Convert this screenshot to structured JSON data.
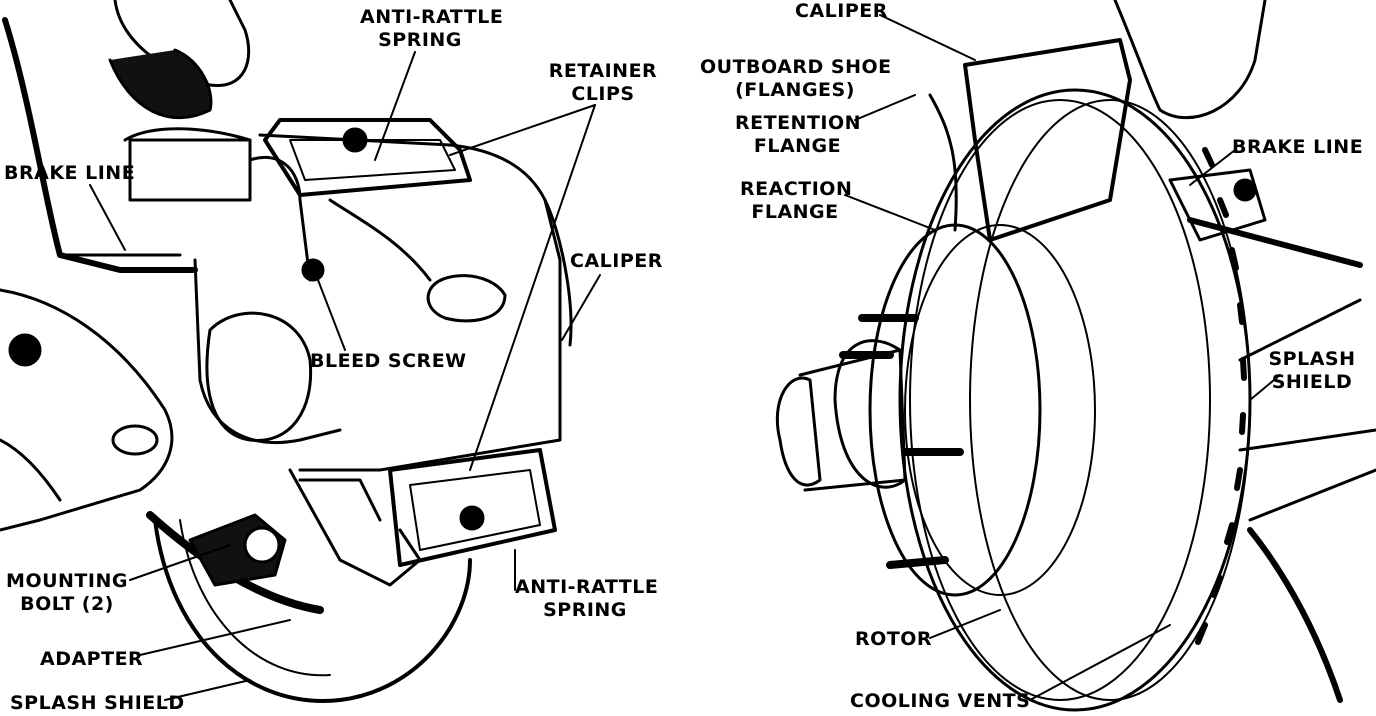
{
  "colors": {
    "ink": "#000000",
    "paper": "#ffffff"
  },
  "left_view": {
    "labels": {
      "anti_rattle_spring_top": [
        "ANTI-RATTLE",
        "SPRING"
      ],
      "retainer_clips": [
        "RETAINER",
        "CLIPS"
      ],
      "brake_line": [
        "BRAKE LINE"
      ],
      "caliper": [
        "CALIPER"
      ],
      "bleed_screw": [
        "BLEED SCREW"
      ],
      "mounting_bolt": [
        "MOUNTING",
        "BOLT (2)"
      ],
      "adapter": [
        "ADAPTER"
      ],
      "splash_shield": [
        "SPLASH SHIELD"
      ],
      "anti_rattle_spring_bottom": [
        "ANTI-RATTLE",
        "SPRING"
      ]
    }
  },
  "right_view": {
    "labels": {
      "caliper": [
        "CALIPER"
      ],
      "outboard_shoe": [
        "OUTBOARD SHOE",
        "(FLANGES)"
      ],
      "retention_flange": [
        "RETENTION",
        "FLANGE"
      ],
      "reaction_flange": [
        "REACTION",
        "FLANGE"
      ],
      "brake_line": [
        "BRAKE LINE"
      ],
      "splash_shield": [
        "SPLASH",
        "SHIELD"
      ],
      "rotor": [
        "ROTOR"
      ],
      "cooling_vents": [
        "COOLING VENTS"
      ]
    }
  }
}
